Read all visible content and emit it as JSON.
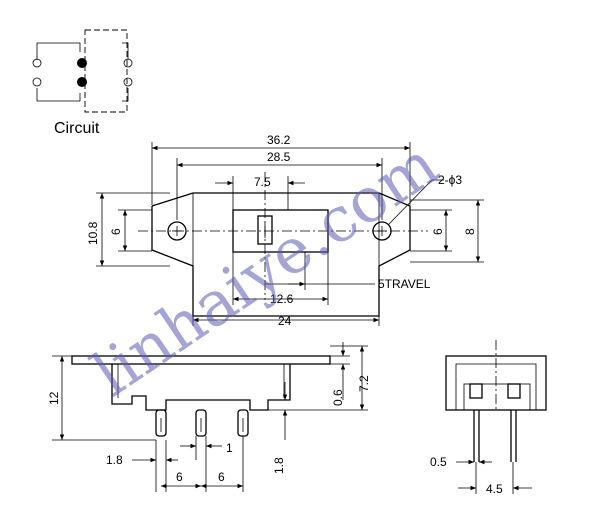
{
  "circuit": {
    "label": "Circuit"
  },
  "watermark": {
    "text": "linhaiye.com",
    "color": "#5a5ab4"
  },
  "top_view": {
    "dim_overall": "36.2",
    "dim_mount": "28.5",
    "dim_slider": "7.5",
    "dim_hole": "2-ϕ3",
    "dim_height": "10.8",
    "dim_left_6": "6",
    "dim_right_6": "6",
    "dim_right_8": "8",
    "dim_travel": "5TRAVEL",
    "dim_body_12_6": "12.6",
    "dim_body_24": "24"
  },
  "side_view": {
    "dim_12": "12",
    "dim_0_6": "0.6",
    "dim_7_2": "7.2",
    "dim_1_8_left": "1.8",
    "dim_1": "1",
    "dim_6_a": "6",
    "dim_6_b": "6",
    "dim_1_8_right": "1.8"
  },
  "end_view": {
    "dim_0_5": "0.5",
    "dim_4_5": "4.5"
  }
}
